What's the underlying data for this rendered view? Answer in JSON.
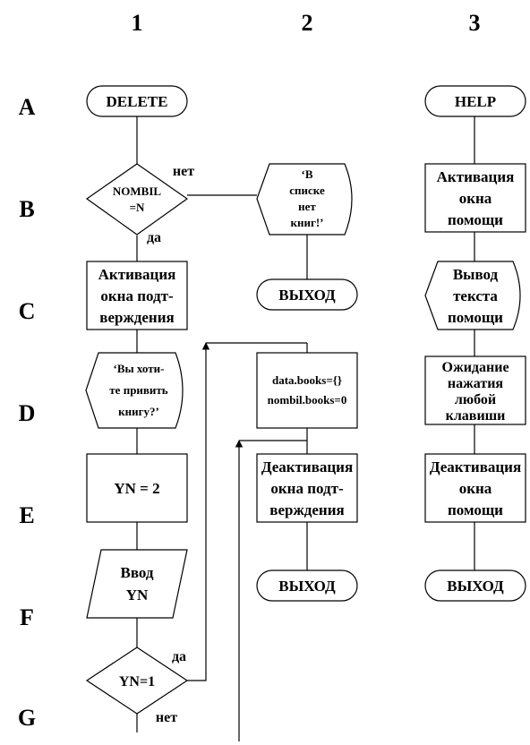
{
  "columns": [
    "1",
    "2",
    "3"
  ],
  "rows": [
    "A",
    "B",
    "C",
    "D",
    "E",
    "F",
    "G"
  ],
  "col1": {
    "start": "DELETE",
    "decision1": [
      "NOMBIL",
      "=N"
    ],
    "decision1_no": "нет",
    "decision1_yes": "да",
    "activate": [
      "Активация",
      "окна подт-",
      "верждения"
    ],
    "prompt": [
      "‘Вы хоти-",
      "те привить",
      "книгу?’"
    ],
    "assign": "YN = 2",
    "input": [
      "Ввод",
      "YN"
    ],
    "decision2": "YN=1",
    "decision2_yes": "да",
    "decision2_no": "нет"
  },
  "col2": {
    "message": [
      "‘В",
      "списке",
      "нет",
      "книг!’"
    ],
    "exit1": "ВЫХОД",
    "process": [
      "data.books={}",
      "nombil.books=0"
    ],
    "deactivate": [
      "Деактивация",
      "окна подт-",
      "верждения"
    ],
    "exit2": "ВЫХОД"
  },
  "col3": {
    "start": "HELP",
    "activate": [
      "Активация",
      "окна",
      "помощи"
    ],
    "output": [
      "Вывод",
      "текста",
      "помощи"
    ],
    "wait": [
      "Ожидание",
      "нажатия",
      "любой",
      "клавиши"
    ],
    "deactivate": [
      "Деактивация",
      "окна",
      "помощи"
    ],
    "exit": "ВЫХОД"
  }
}
